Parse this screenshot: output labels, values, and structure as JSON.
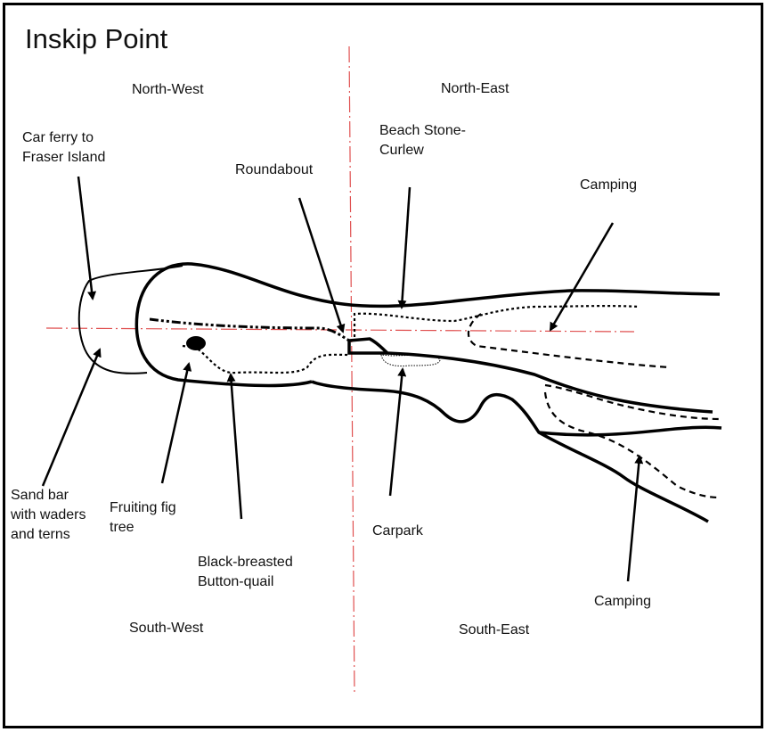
{
  "map": {
    "title": "Inskip Point",
    "quadrants": {
      "north_west": "North-West",
      "north_east": "North-East",
      "south_west": "South-West",
      "south_east": "South-East"
    },
    "labels": {
      "car_ferry": "Car ferry to\nFraser Island",
      "roundabout": "Roundabout",
      "beach_stone_curlew": "Beach Stone-\nCurlew",
      "camping_north": "Camping",
      "sand_bar": "Sand bar\nwith waders\nand terns",
      "fruiting_fig": "Fruiting fig\ntree",
      "button_quail": "Black-breasted\nButton-quail",
      "carpark": "Carpark",
      "camping_south": "Camping"
    },
    "colors": {
      "ink": "#000000",
      "axis": "#e05050"
    }
  }
}
